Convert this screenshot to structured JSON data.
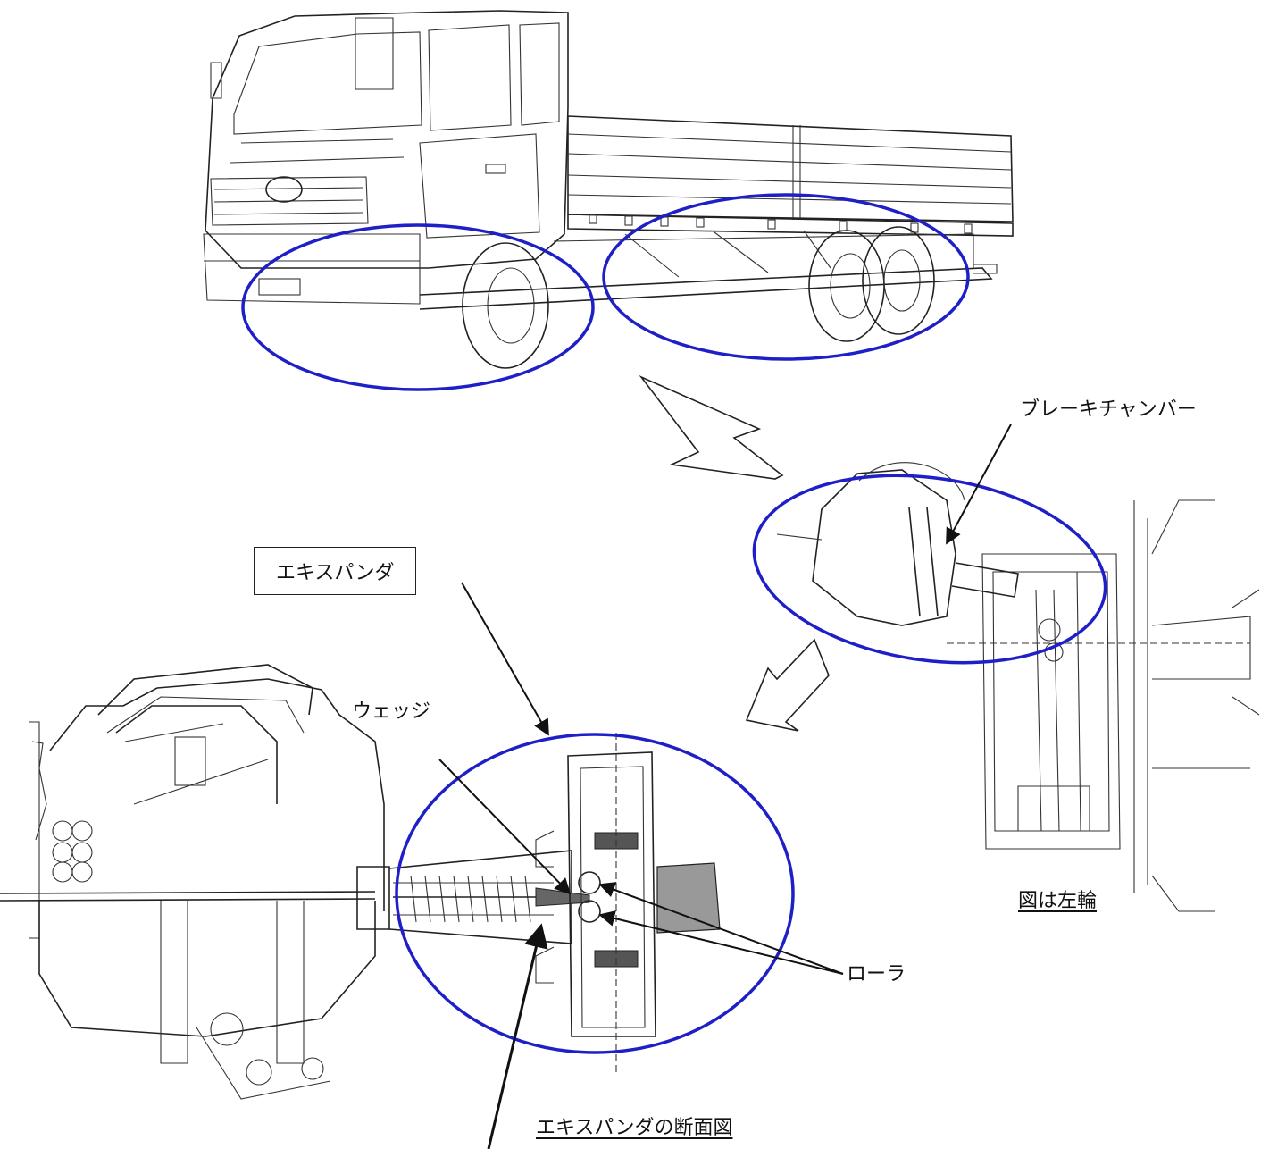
{
  "labels": {
    "brake_chamber": "ブレーキチャンバー",
    "expander": "エキスパンダ",
    "wedge": "ウェッジ",
    "roller": "ローラ",
    "left_wheel_note": "図は左輪",
    "cross_section_caption": "エキスパンダの断面図"
  },
  "colors": {
    "highlight": "#1f1fc8",
    "line": "#222222"
  },
  "icons": {
    "arrow_1": "hollow-arrow-down-right",
    "arrow_2": "hollow-arrow-down-left"
  }
}
